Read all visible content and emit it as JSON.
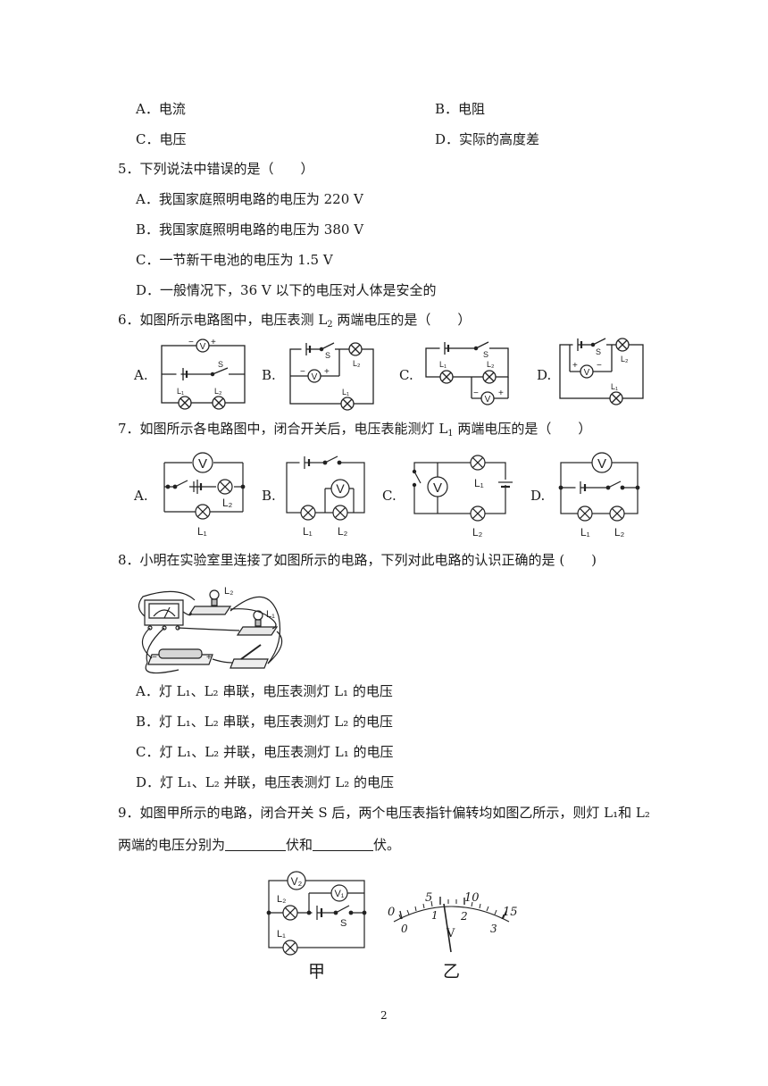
{
  "q4": {
    "opt_a": "A．电流",
    "opt_b": "B．电阻",
    "opt_c": "C．电压",
    "opt_d": "D．实际的高度差"
  },
  "q5": {
    "stem": "5．下列说法中错误的是（　　）",
    "opt_a": "A．我国家庭照明电路的电压为 220 V",
    "opt_b": "B．我国家庭照明电路的电压为 380 V",
    "opt_c": "C．一节新干电池的电压为 1.5 V",
    "opt_d": "D．一般情况下，36 V 以下的电压对人体是安全的"
  },
  "q6": {
    "stem_pre": "6．如图所示电路图中，电压表测 L",
    "stem_sub": "2",
    "stem_post": " 两端电压的是（　　）",
    "labels": [
      "A.",
      "B.",
      "C.",
      "D."
    ]
  },
  "q7": {
    "stem_pre": "7．如图所示各电路图中，闭合开关后，电压表能测灯 L",
    "stem_sub": "1",
    "stem_post": " 两端电压的是（　　）",
    "labels": [
      "A.",
      "B.",
      "C.",
      "D."
    ]
  },
  "q8": {
    "stem": "8．小明在实验室里连接了如图所示的电路，下列对此电路的认识正确的是 (　　)",
    "opt_a": "A．灯  L₁、L₂  串联，电压表测灯  L₁  的电压",
    "opt_b": "B．灯  L₁、L₂  串联，电压表测灯  L₂  的电压",
    "opt_c": "C．灯  L₁、L₂  并联，电压表测灯  L₁  的电压",
    "opt_d": "D．灯  L₁、L₂  并联，电压表测灯  L₂  的电压"
  },
  "q9": {
    "line1": "9．如图甲所示的电路，闭合开关 S 后，两个电压表指针偏转均如图乙所示，则灯 L₁和 L₂",
    "line2_pre": "两端的电压分别为",
    "line2_mid": "伏和",
    "line2_post": "伏。",
    "fig_a": "甲",
    "fig_b": "乙"
  },
  "labels": {
    "V": "V",
    "S": "S",
    "L1": "L₁",
    "L2": "L₂",
    "V1": "V₁",
    "V2": "V₂",
    "plus": "+",
    "minus": "−"
  },
  "meter": {
    "top_scale": [
      "0",
      "5",
      "10",
      "15"
    ],
    "bottom_scale": [
      "0",
      "1",
      "2",
      "3"
    ],
    "unit": "V"
  },
  "page_number": "2"
}
